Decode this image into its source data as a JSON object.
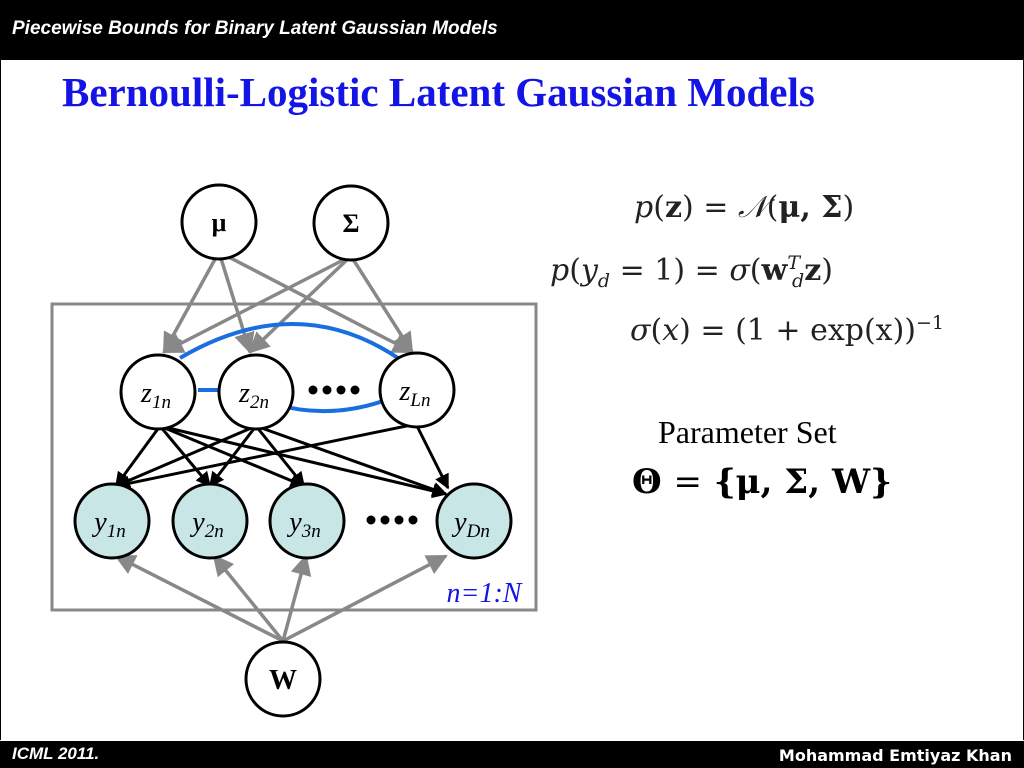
{
  "header": {
    "title": "Piecewise Bounds for Binary Latent Gaussian Models"
  },
  "slide": {
    "title": "Bernoulli-Logistic Latent Gaussian Models"
  },
  "footer": {
    "left": "ICML 2011.",
    "right": "Mohammad Emtiyaz Khan"
  },
  "diagram": {
    "nodes": {
      "mu": "μ",
      "sigma": "Σ",
      "w": "W",
      "z1": {
        "base": "z",
        "sub": "1n"
      },
      "z2": {
        "base": "z",
        "sub": "2n"
      },
      "zL": {
        "base": "z",
        "sub": "Ln"
      },
      "y1": {
        "base": "y",
        "sub": "1n"
      },
      "y2": {
        "base": "y",
        "sub": "2n"
      },
      "y3": {
        "base": "y",
        "sub": "3n"
      },
      "yD": {
        "base": "y",
        "sub": "Dn"
      }
    },
    "plate_label": "n=1:N",
    "colors": {
      "latent_fill": "#ffffff",
      "observed_fill": "#c8e6e6",
      "prior_edge": "#888888",
      "correlation_edge": "#1a6fe0",
      "edge": "#000000"
    }
  },
  "equations": {
    "pz": {
      "lhs_p": "p",
      "lhs_var": "z",
      "eq": "=",
      "dist": "𝒩",
      "args": "μ, Σ"
    },
    "py": {
      "lhs_p": "p",
      "lhs_var": "y",
      "lhs_sub": "d",
      "lhs_val": "= 1",
      "eq": "=",
      "fn": "σ",
      "w": "w",
      "w_sub": "d",
      "w_sup": "T",
      "z": "z"
    },
    "sigma": {
      "fn": "σ",
      "arg": "x",
      "eq": "=",
      "rhs": "(1 + exp(x))",
      "sup": "−1"
    }
  },
  "parameter_set": {
    "label": "Parameter Set",
    "theta": "Θ",
    "eq": "=",
    "members": "{μ, Σ, W}"
  }
}
